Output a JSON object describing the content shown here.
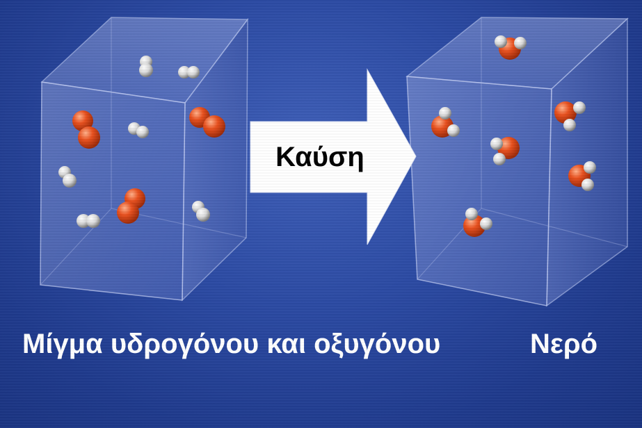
{
  "process_label": "Καύση",
  "captions": {
    "mixture": "Μίγμα υδρογόνου και οξυγόνου",
    "product": "Νερό"
  },
  "colors": {
    "background": "#2b4aa3",
    "oxygen_atom": "#e8501e",
    "hydrogen_atom": "#e6e6e6",
    "arrow": "#ffffff",
    "caption_text": "#ffffff"
  }
}
